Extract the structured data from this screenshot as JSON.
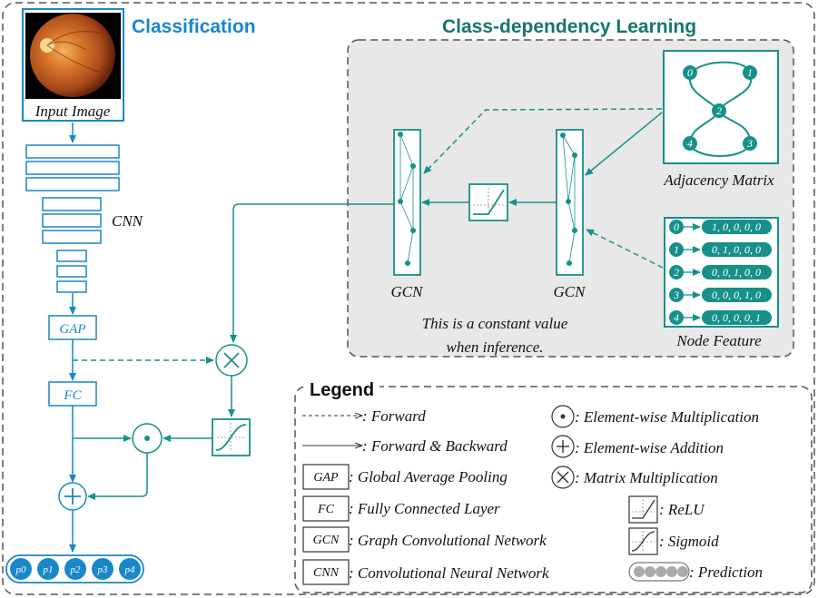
{
  "titles": {
    "classification": "Classification",
    "class_dependency": "Class-dependency Learning",
    "legend": "Legend"
  },
  "labels": {
    "input_image": "Input Image",
    "cnn": "CNN",
    "gap": "GAP",
    "fc": "FC",
    "gcn_left": "GCN",
    "gcn_right": "GCN",
    "adjacency_matrix": "Adjacency Matrix",
    "node_feature": "Node Feature",
    "constant_note_line1": "This is a constant value",
    "constant_note_line2": "when inference."
  },
  "graph_nodes": [
    "0",
    "1",
    "2",
    "3",
    "4"
  ],
  "node_features": [
    {
      "id": "0",
      "vector": "1, 0, 0, 0, 0"
    },
    {
      "id": "1",
      "vector": "0, 1, 0, 0, 0"
    },
    {
      "id": "2",
      "vector": "0, 0, 1, 0, 0"
    },
    {
      "id": "3",
      "vector": "0, 0, 0, 1, 0"
    },
    {
      "id": "4",
      "vector": "0, 0, 0, 0, 1"
    }
  ],
  "predictions": [
    "p0",
    "p1",
    "p2",
    "p3",
    "p4"
  ],
  "legend": {
    "forward": ": Forward",
    "forward_backward": ": Forward & Backward",
    "gap_box": "GAP",
    "gap_desc": ": Global Average Pooling",
    "fc_box": "FC",
    "fc_desc": ": Fully Connected Layer",
    "gcn_box": "GCN",
    "gcn_desc": ": Graph Convolutional Network",
    "cnn_box": "CNN",
    "cnn_desc": ": Convolutional Neural Network",
    "elem_mult": ": Element-wise Multiplication",
    "elem_add": ": Element-wise Addition",
    "matrix_mult": ": Matrix Multiplication",
    "relu": ": ReLU",
    "sigmoid": ": Sigmoid",
    "prediction": ": Prediction"
  },
  "colors": {
    "blue": "#1a87c9",
    "teal": "#17908a",
    "teal_dark": "#17756f",
    "panel_gray": "#e8e8e8"
  }
}
